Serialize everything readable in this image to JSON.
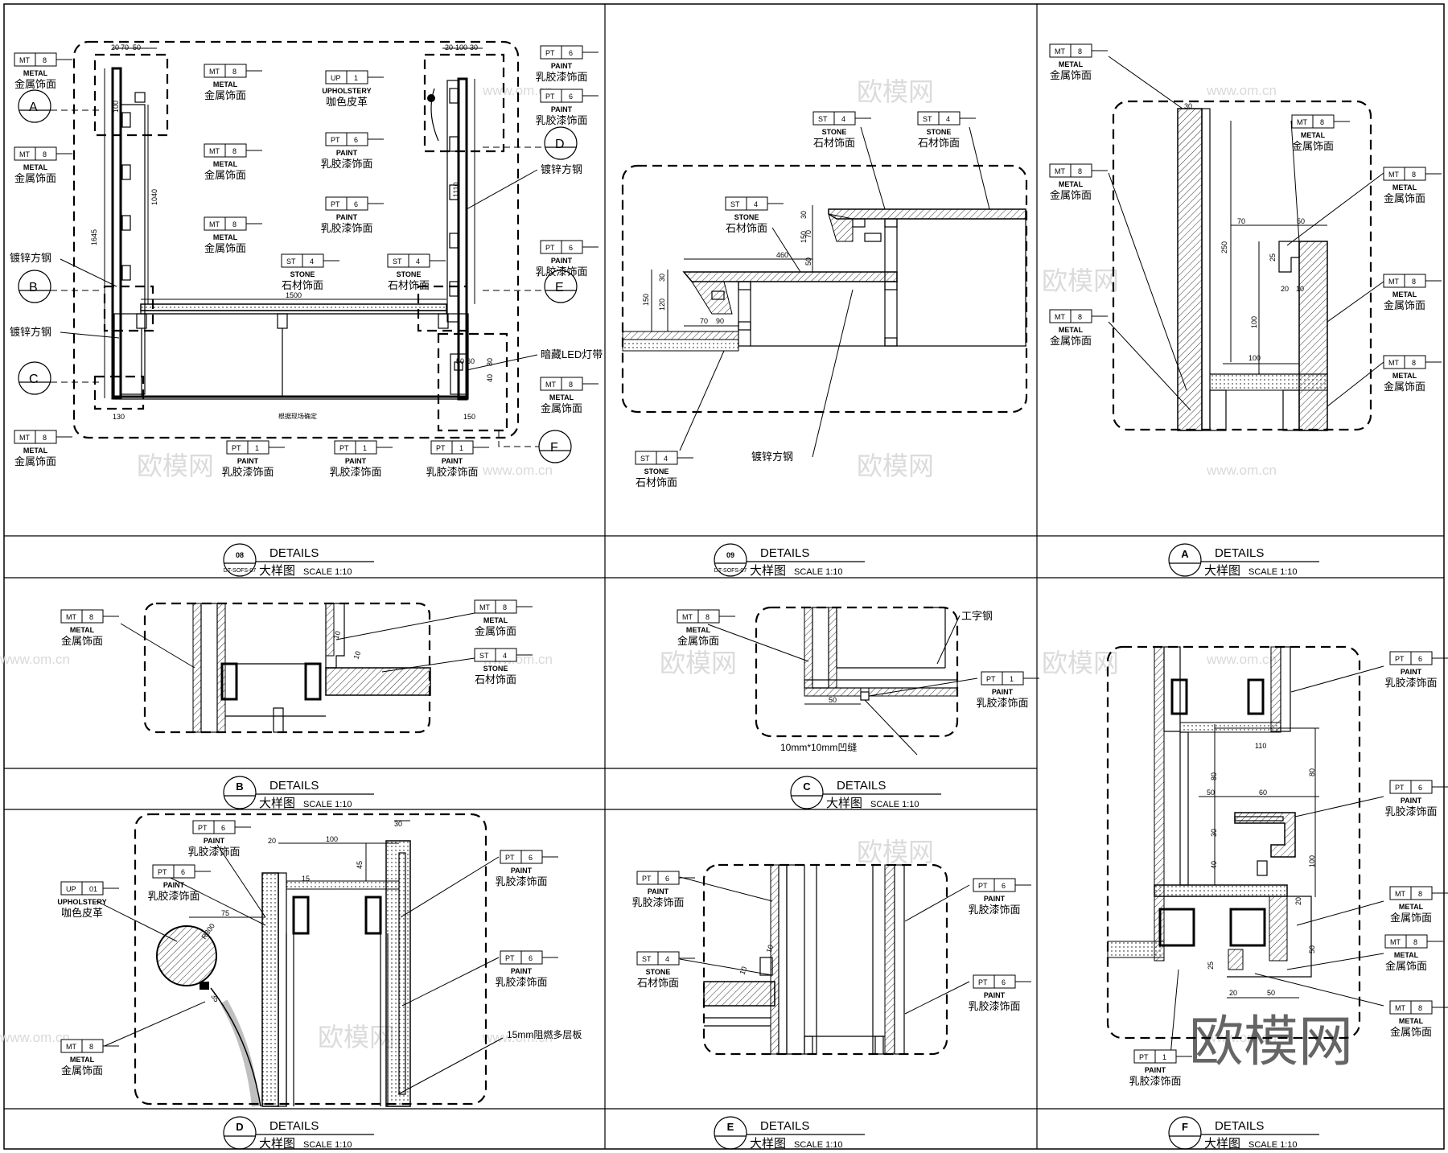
{
  "watermark": {
    "brand": "欧模网",
    "url": "www.om.cn"
  },
  "panels": [
    {
      "id": "p08",
      "ref": "08",
      "sheet": "DT-SOFS-07",
      "title": "DETAILS",
      "subtitle": "大样图",
      "scale": "SCALE  1:10"
    },
    {
      "id": "p09",
      "ref": "09",
      "sheet": "DT-SOFS-07",
      "title": "DETAILS",
      "subtitle": "大样图",
      "scale": "SCALE  1:10"
    },
    {
      "id": "pA",
      "ref": "A",
      "title": "DETAILS",
      "subtitle": "大样图",
      "scale": "SCALE  1:10"
    },
    {
      "id": "pB",
      "ref": "B",
      "title": "DETAILS",
      "subtitle": "大样图",
      "scale": "SCALE  1:10"
    },
    {
      "id": "pC",
      "ref": "C",
      "title": "DETAILS",
      "subtitle": "大样图",
      "scale": "SCALE  1:10"
    },
    {
      "id": "pD",
      "ref": "D",
      "title": "DETAILS",
      "subtitle": "大样图",
      "scale": "SCALE  1:10"
    },
    {
      "id": "pE",
      "ref": "E",
      "title": "DETAILS",
      "subtitle": "大样图",
      "scale": "SCALE  1:10"
    },
    {
      "id": "pF",
      "ref": "F",
      "title": "DETAILS",
      "subtitle": "大样图",
      "scale": "SCALE  1:10"
    }
  ],
  "materials": {
    "MT8": {
      "code": "MT",
      "num": "8",
      "en": "METAL",
      "cn": "金属饰面"
    },
    "PT6": {
      "code": "PT",
      "num": "6",
      "en": "PAINT",
      "cn": "乳胶漆饰面"
    },
    "PT1": {
      "code": "PT",
      "num": "1",
      "en": "PAINT",
      "cn": "乳胶漆饰面"
    },
    "ST4": {
      "code": "ST",
      "num": "4",
      "en": "STONE",
      "cn": "石材饰面"
    },
    "UP1": {
      "code": "UP",
      "num": "1",
      "en": "UPHOLSTERY",
      "cn": "咖色皮革"
    },
    "UP01": {
      "code": "UP",
      "num": "01",
      "en": "UPHOLSTERY",
      "cn": "咖色皮革"
    }
  },
  "notes": {
    "galv_steel": "镀锌方钢",
    "led": "暗藏LED灯带",
    "i_beam": "工字钢",
    "groove": "10mm*10mm凹缝",
    "board": "15mm阻燃多层板",
    "site": "根据现场确定"
  },
  "dims_p08": [
    "20",
    "70",
    "50",
    "100",
    "1040",
    "1645",
    "1500",
    "20",
    "100",
    "30",
    "1110",
    "50",
    "60",
    "80",
    "40",
    "150",
    "130"
  ],
  "dims_p09": [
    "30",
    "150",
    "70",
    "50",
    "460",
    "30",
    "120",
    "150",
    "70",
    "90"
  ],
  "dims_pA": [
    "30",
    "70",
    "50",
    "250",
    "25",
    "20",
    "10",
    "100",
    "100"
  ],
  "dims_pC": [
    "50"
  ],
  "dims_pD": [
    "20",
    "100",
    "30",
    "45",
    "75",
    "15",
    "R300",
    "35"
  ],
  "dims_pE": [
    "10",
    "10"
  ],
  "dims_pF": [
    "110",
    "80",
    "50",
    "60",
    "80",
    "30",
    "40",
    "100",
    "20",
    "50",
    "25",
    "20",
    "50"
  ]
}
